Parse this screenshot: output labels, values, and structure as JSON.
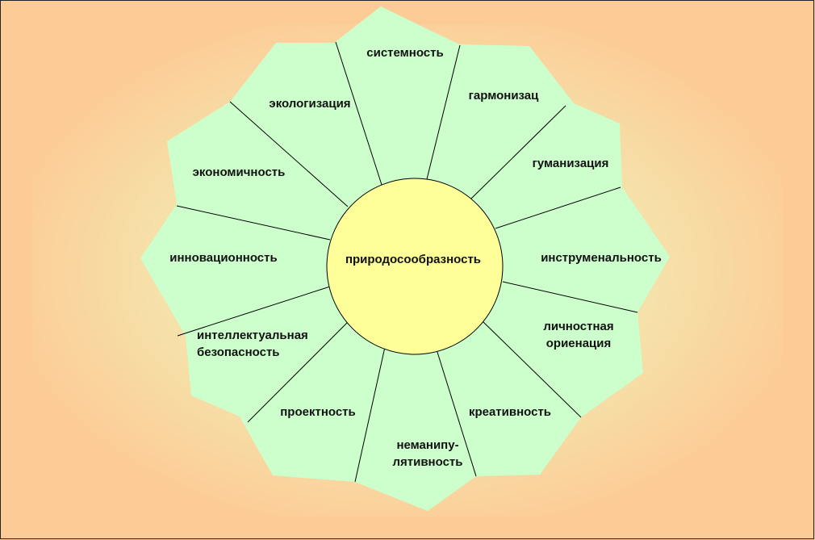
{
  "diagram": {
    "center": {
      "label": "природосообразность"
    },
    "petals": [
      {
        "id": "sistemnost",
        "lines": [
          "системность"
        ]
      },
      {
        "id": "garmonizac",
        "lines": [
          "гармонизац"
        ]
      },
      {
        "id": "gumanizaciya",
        "lines": [
          "гуманизация"
        ]
      },
      {
        "id": "instrumenalnost",
        "lines": [
          "инструменальность"
        ]
      },
      {
        "id": "lichnostnaya-orienaciya",
        "lines": [
          "личностная",
          "ориенация"
        ]
      },
      {
        "id": "kreativnost",
        "lines": [
          "креативность"
        ]
      },
      {
        "id": "nemanipulyativnost",
        "lines": [
          "неманипу-",
          "лятивность"
        ]
      },
      {
        "id": "proektnost",
        "lines": [
          "проектность"
        ]
      },
      {
        "id": "intellektualnaya-bezopasnost",
        "lines": [
          "интеллектуальная",
          "безопасность"
        ]
      },
      {
        "id": "innovacionnost",
        "lines": [
          "инновационность"
        ]
      },
      {
        "id": "ekonomichnost",
        "lines": [
          "экономичность"
        ]
      },
      {
        "id": "ekologizaciya",
        "lines": [
          "экологизация"
        ]
      }
    ]
  },
  "colors": {
    "background": "#fdcb96",
    "glow": "#f6ebb0",
    "petal_fill": "#ccffcc",
    "center_fill": "#ffff99",
    "stroke": "#000000"
  }
}
